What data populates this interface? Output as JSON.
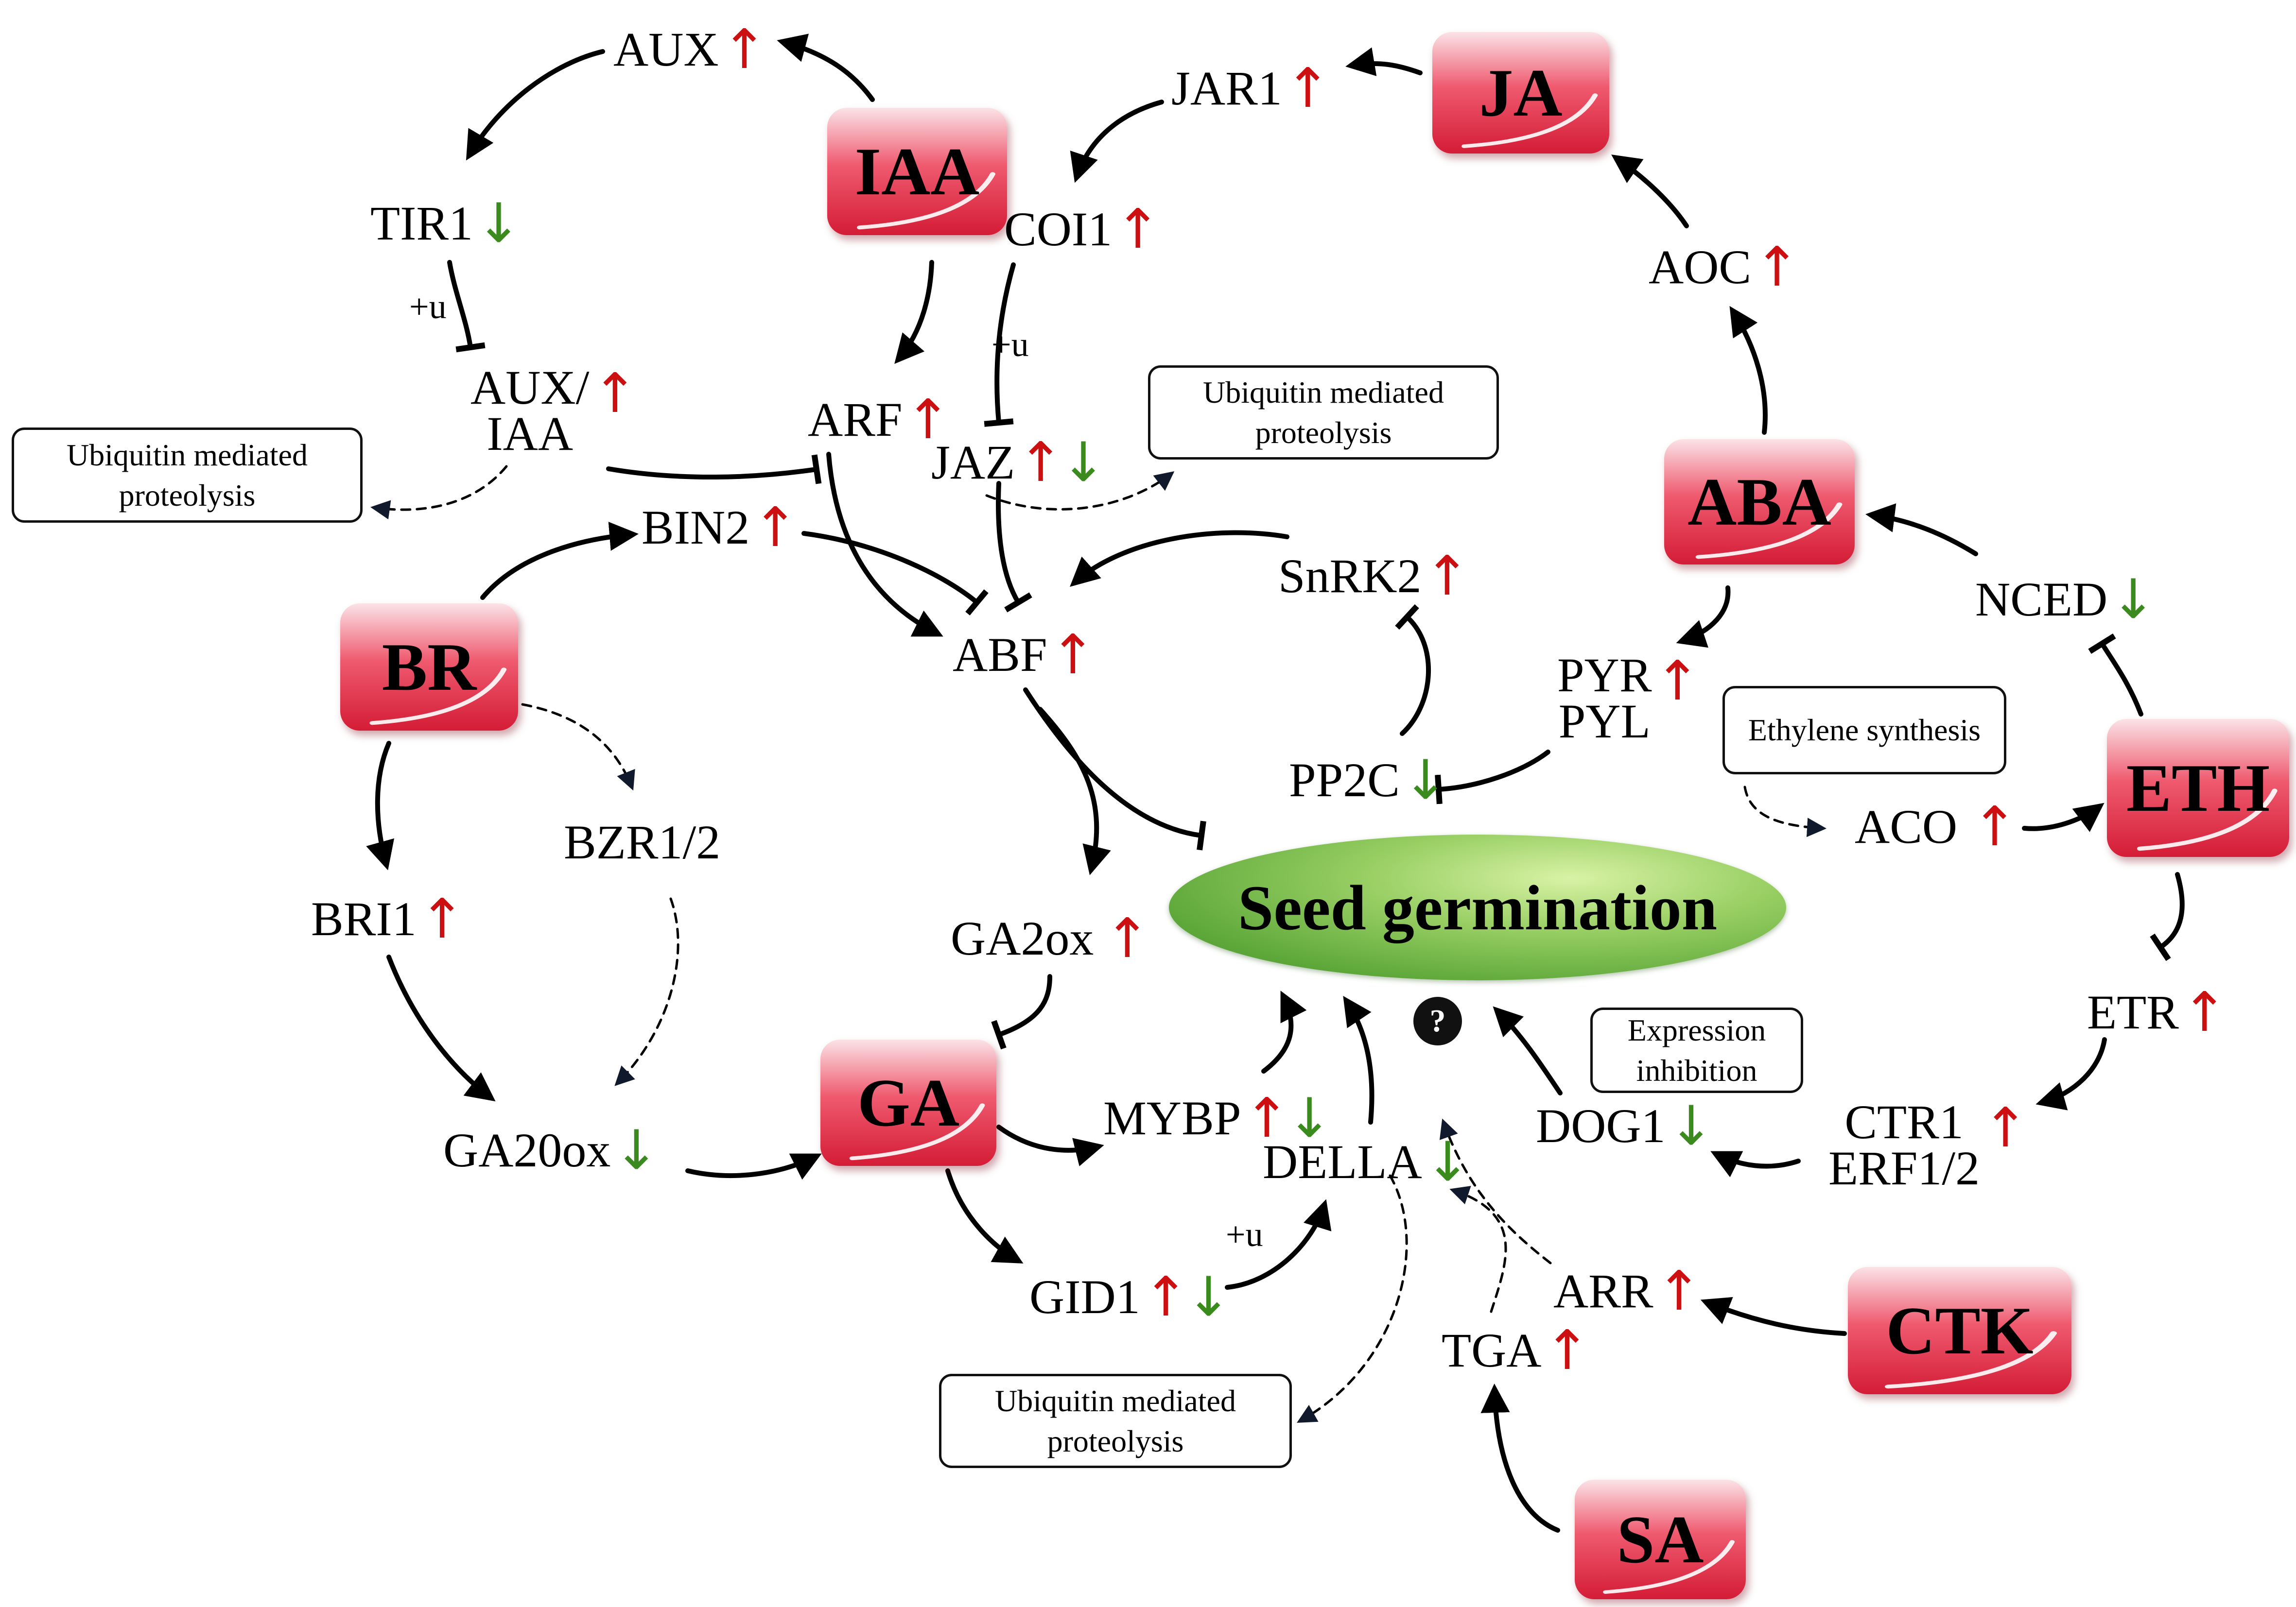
{
  "colors": {
    "hormone_top": "#fbe3e7",
    "hormone_mid": "#ef5a6f",
    "hormone_bottom": "#d41c36",
    "arrow_up": "#cc0f10",
    "arrow_down": "#3b8a1e",
    "seed_green": "#6db341"
  },
  "hormones": {
    "IAA": "IAA",
    "JA": "JA",
    "ABA": "ABA",
    "BR": "BR",
    "ETH": "ETH",
    "GA": "GA",
    "CTK": "CTK",
    "SA": "SA"
  },
  "center": {
    "label": "Seed germination"
  },
  "genes": {
    "AUX": {
      "label": "AUX",
      "trend": "up"
    },
    "TIR1": {
      "label": "TIR1",
      "trend": "down"
    },
    "AUX_IAA": {
      "line1": "AUX/",
      "line2": "IAA",
      "trend": "up"
    },
    "JAR1": {
      "label": "JAR1",
      "trend": "up"
    },
    "COI1": {
      "label": "COI1",
      "trend": "up"
    },
    "ARF": {
      "label": "ARF",
      "trend": "up"
    },
    "JAZ": {
      "label": "JAZ",
      "trend": "up-down"
    },
    "AOC": {
      "label": "AOC",
      "trend": "up"
    },
    "BIN2": {
      "label": "BIN2",
      "trend": "up"
    },
    "SnRK2": {
      "label": "SnRK2",
      "trend": "up"
    },
    "ABF": {
      "label": "ABF",
      "trend": "up"
    },
    "NCED": {
      "label": "NCED",
      "trend": "down"
    },
    "PYR_PYL": {
      "line1": "PYR",
      "line2": "PYL",
      "trend": "up"
    },
    "PP2C": {
      "label": "PP2C",
      "trend": "down"
    },
    "BZR1_2": {
      "label": "BZR1/2",
      "trend": "none"
    },
    "ACO": {
      "label": "ACO",
      "trend": "up"
    },
    "BRI1": {
      "label": "BRI1",
      "trend": "up"
    },
    "GA2ox": {
      "label": "GA2ox",
      "trend": "up"
    },
    "ETR": {
      "label": "ETR",
      "trend": "up"
    },
    "DOG1": {
      "label": "DOG1",
      "trend": "down"
    },
    "GA20ox": {
      "label": "GA20ox",
      "trend": "down"
    },
    "MYBP": {
      "label": "MYBP",
      "trend": "up-down"
    },
    "DELLA": {
      "label": "DELLA",
      "trend": "down"
    },
    "CTR1_ERF": {
      "line1": "CTR1",
      "line2": "ERF1/2",
      "trend": "up"
    },
    "GID1": {
      "label": "GID1",
      "trend": "up-down"
    },
    "ARR": {
      "label": "ARR",
      "trend": "up"
    },
    "TGA": {
      "label": "TGA",
      "trend": "up"
    }
  },
  "notes": {
    "ubiq_left": {
      "line1": "Ubiquitin mediated",
      "line2": "proteolysis"
    },
    "ubiq_top": {
      "line1": "Ubiquitin mediated",
      "line2": "proteolysis"
    },
    "ubiq_bottom": {
      "line1": "Ubiquitin mediated",
      "line2": "proteolysis"
    },
    "eth_synth": {
      "line1": "Ethylene synthesis"
    },
    "expr_inhib": {
      "line1": "Expression",
      "line2": "inhibition"
    }
  },
  "marks": {
    "plus_u": "+u",
    "question": "?"
  }
}
